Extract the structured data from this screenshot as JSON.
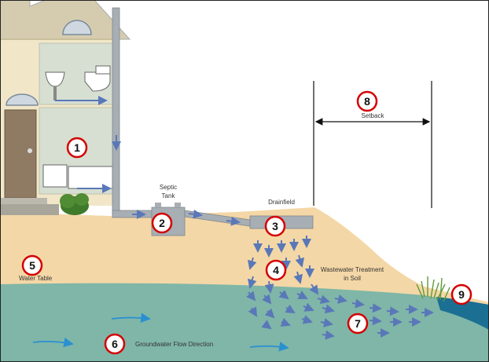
{
  "labels": {
    "septic_tank_line1": "Septic",
    "septic_tank_line2": "Tank",
    "drainfield": "Drainfield",
    "setback": "Setback",
    "water_table": "Water Table",
    "treatment_line1": "Wastewater Treatment",
    "treatment_line2": "in Soil",
    "groundwater_flow": "Groundwater Flow Direction"
  },
  "markers": [
    "1",
    "2",
    "3",
    "4",
    "5",
    "6",
    "7",
    "8",
    "9"
  ],
  "colors": {
    "soil": "#f4d7a6",
    "groundwater": "#7fb6a8",
    "surface_water": "#1a6f93",
    "house_wall": "#f1e7c8",
    "house_roof": "#d5ccb0",
    "door": "#8f7b63",
    "marker_ring": "#d40000",
    "flow_arrow": "#5a78b8",
    "current_arrow": "#2a90d0"
  }
}
